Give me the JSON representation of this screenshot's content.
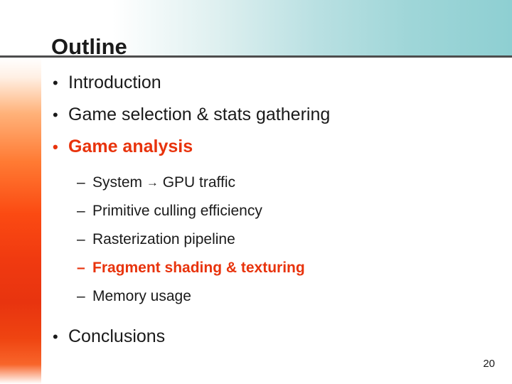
{
  "slide": {
    "title": "Outline",
    "page_number": "20",
    "bullet_glyph": "•",
    "dash_glyph": "–",
    "arrow_glyph": "→",
    "accent_color": "#e8330c",
    "text_color": "#1a1a1a",
    "items": [
      {
        "label": "Introduction",
        "accent": false
      },
      {
        "label": "Game selection & stats gathering",
        "accent": false
      },
      {
        "label": "Game analysis",
        "accent": true
      }
    ],
    "sub_items": [
      {
        "pre": "System ",
        "arrow": true,
        "post": " GPU traffic",
        "label": "System → GPU traffic",
        "accent": false
      },
      {
        "pre": "Primitive culling efficiency",
        "arrow": false,
        "post": "",
        "label": "Primitive culling efficiency",
        "accent": false
      },
      {
        "pre": "Rasterization pipeline",
        "arrow": false,
        "post": "",
        "label": "Rasterization pipeline",
        "accent": false
      },
      {
        "pre": "Fragment shading & texturing",
        "arrow": false,
        "post": "",
        "label": "Fragment shading & texturing",
        "accent": true
      },
      {
        "pre": "Memory usage",
        "arrow": false,
        "post": "",
        "label": "Memory usage",
        "accent": false
      }
    ],
    "closing_item": {
      "label": "Conclusions",
      "accent": false
    }
  }
}
